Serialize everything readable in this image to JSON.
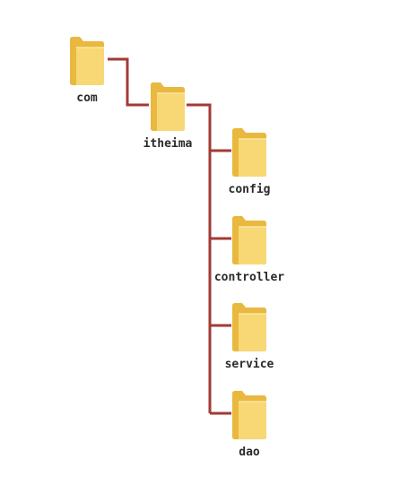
{
  "tree": {
    "root": {
      "label": "com",
      "icon": "folder-icon",
      "children": [
        {
          "label": "itheima",
          "icon": "folder-icon",
          "children": [
            {
              "label": "config",
              "icon": "folder-icon"
            },
            {
              "label": "controller",
              "icon": "folder-icon"
            },
            {
              "label": "service",
              "icon": "folder-icon"
            },
            {
              "label": "dao",
              "icon": "folder-icon"
            }
          ]
        }
      ]
    }
  },
  "colors": {
    "connector": "#a33a35",
    "folder_back": "#e9b83f",
    "folder_front": "#f8d775",
    "label": "#2a2a2a"
  }
}
